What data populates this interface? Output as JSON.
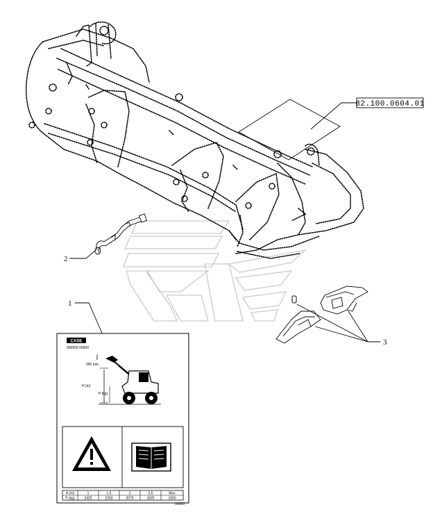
{
  "reference": {
    "code": "82.100.0604.01"
  },
  "callouts": {
    "item1": "1",
    "item2": "2",
    "item3": "3"
  },
  "decal": {
    "brand": "CASE",
    "subtitle": "000000 00000",
    "dim_label": "H (m)",
    "load_label": "P (kg)",
    "pin_label": "000 mm",
    "table": {
      "row1": [
        "H (m)",
        "1",
        "1.5",
        "2",
        "2.5",
        "Max"
      ],
      "row2": [
        "P (kg)",
        "2425",
        "2250",
        "2075",
        "1825",
        "1650"
      ]
    },
    "footer_code": "00000"
  }
}
